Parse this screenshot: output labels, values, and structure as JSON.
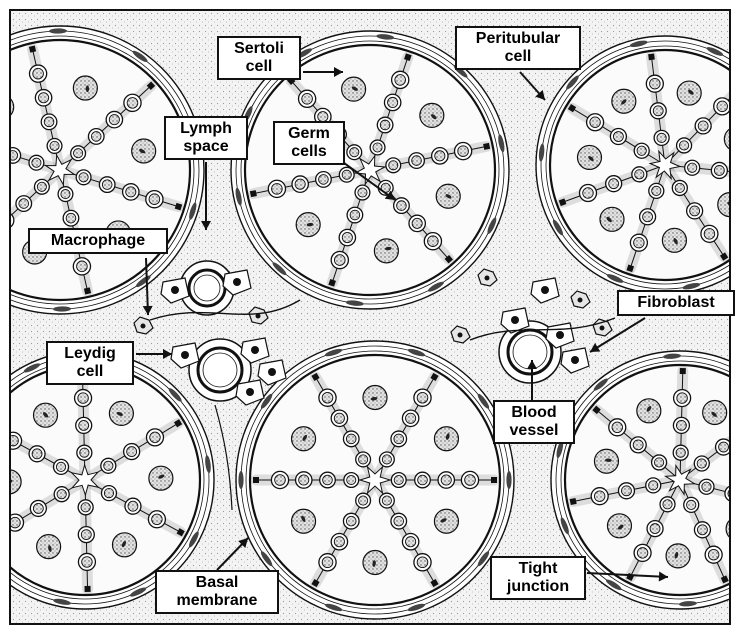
{
  "labels": {
    "sertoli": [
      "Sertoli",
      "cell"
    ],
    "peritubular": [
      "Peritubular",
      "cell"
    ],
    "lymph": [
      "Lymph",
      "space"
    ],
    "germ": [
      "Germ",
      "cells"
    ],
    "macrophage": [
      "Macrophage"
    ],
    "fibroblast": [
      "Fibroblast"
    ],
    "leydig": [
      "Leydig",
      "cell"
    ],
    "blood_vessel": [
      "Blood",
      "vessel"
    ],
    "basal": [
      "Basal",
      "membrane"
    ],
    "tight": [
      "Tight",
      "junction"
    ]
  },
  "colors": {
    "ink": "#111111",
    "paper": "#ffffff",
    "interstitium": "#f4f4f4",
    "nucleus": "#d8d8d8"
  }
}
